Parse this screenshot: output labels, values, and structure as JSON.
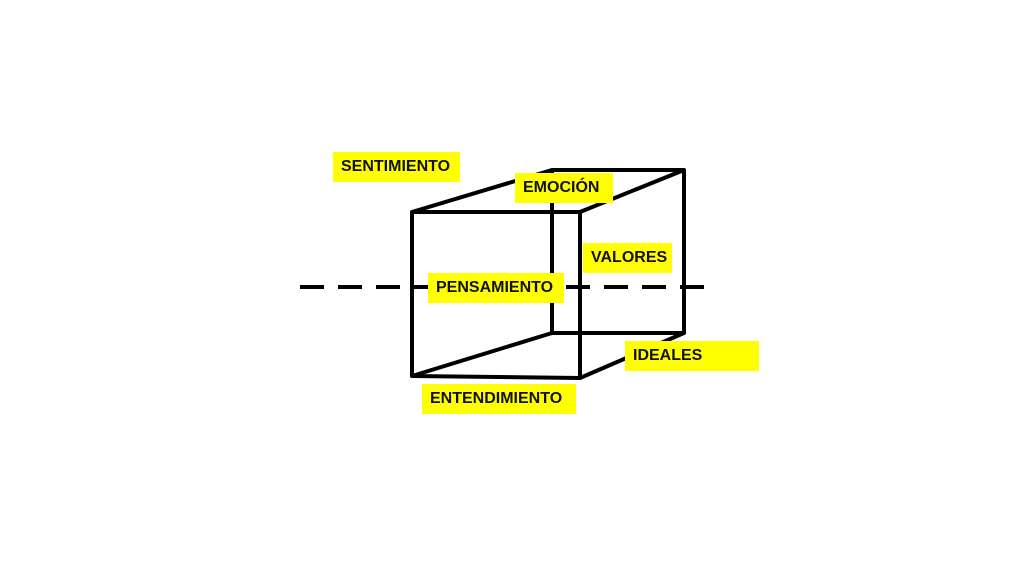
{
  "colors": {
    "label_background": "#ffff00",
    "line": "#000000",
    "text": "#111111",
    "background": "#ffffff"
  },
  "diagram": {
    "shape": "wireframe-cube-with-dashed-axis",
    "labels": {
      "sentimiento": "SENTIMIENTO",
      "emocion": "EMOCIÓN",
      "valores": "VALORES",
      "pensamiento": "PENSAMIENTO",
      "ideales": "IDEALES",
      "entendimiento": "ENTENDIMIENTO"
    }
  }
}
